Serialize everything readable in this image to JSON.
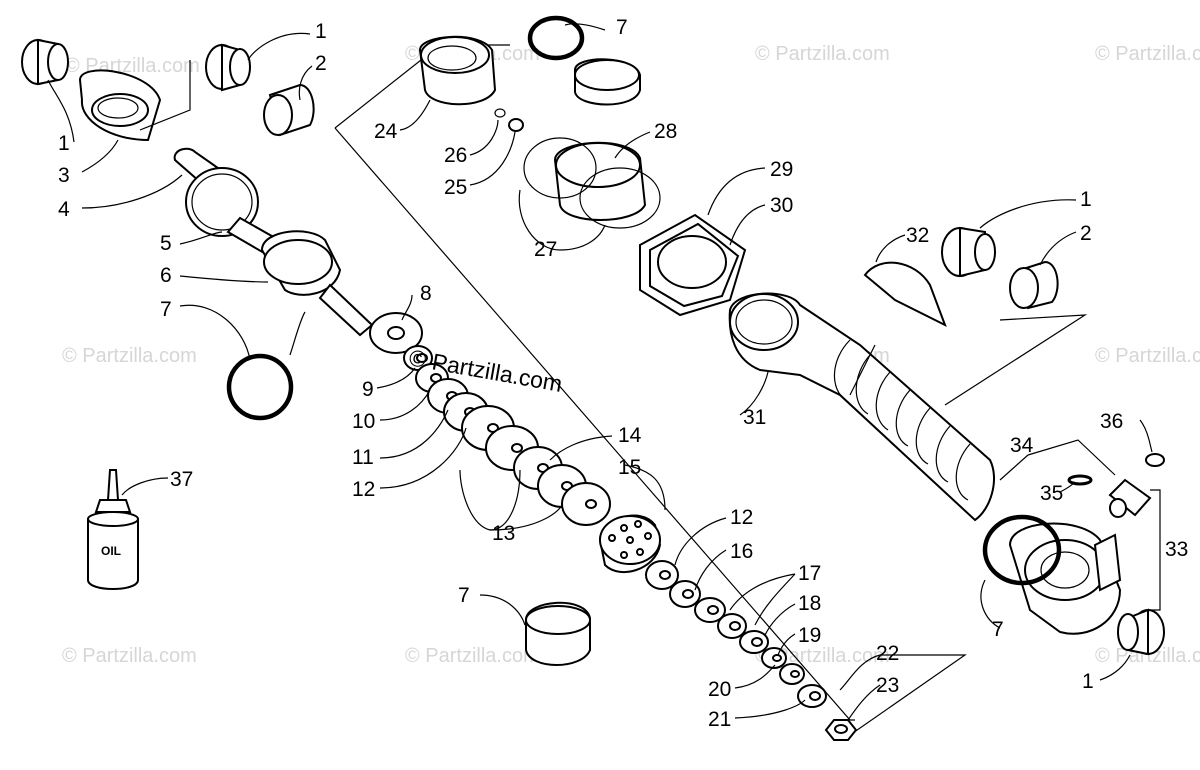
{
  "watermark": {
    "main_text": "© Partzilla.com",
    "tile_text": "© Partzilla.com"
  },
  "oil_bottle_label": "OIL",
  "callouts": {
    "c1a": "1",
    "c2a": "2",
    "c1b": "1",
    "c3": "3",
    "c4": "4",
    "c5": "5",
    "c6": "6",
    "c7a": "7",
    "c8": "8",
    "c9": "9",
    "c10": "10",
    "c11": "11",
    "c12a": "12",
    "c13": "13",
    "c14": "14",
    "c15": "15",
    "c12b": "12",
    "c16": "16",
    "c17": "17",
    "c18": "18",
    "c19": "19",
    "c20": "20",
    "c21": "21",
    "c22": "22",
    "c23": "23",
    "c7b": "7",
    "c7c": "7",
    "c24": "24",
    "c26": "26",
    "c25": "25",
    "c28": "28",
    "c27": "27",
    "c29": "29",
    "c30": "30",
    "c31": "31",
    "c32": "32",
    "c1c": "1",
    "c2b": "2",
    "c36": "36",
    "c34": "34",
    "c35": "35",
    "c33": "33",
    "c7d": "7",
    "c1d": "1",
    "c37": "37"
  }
}
